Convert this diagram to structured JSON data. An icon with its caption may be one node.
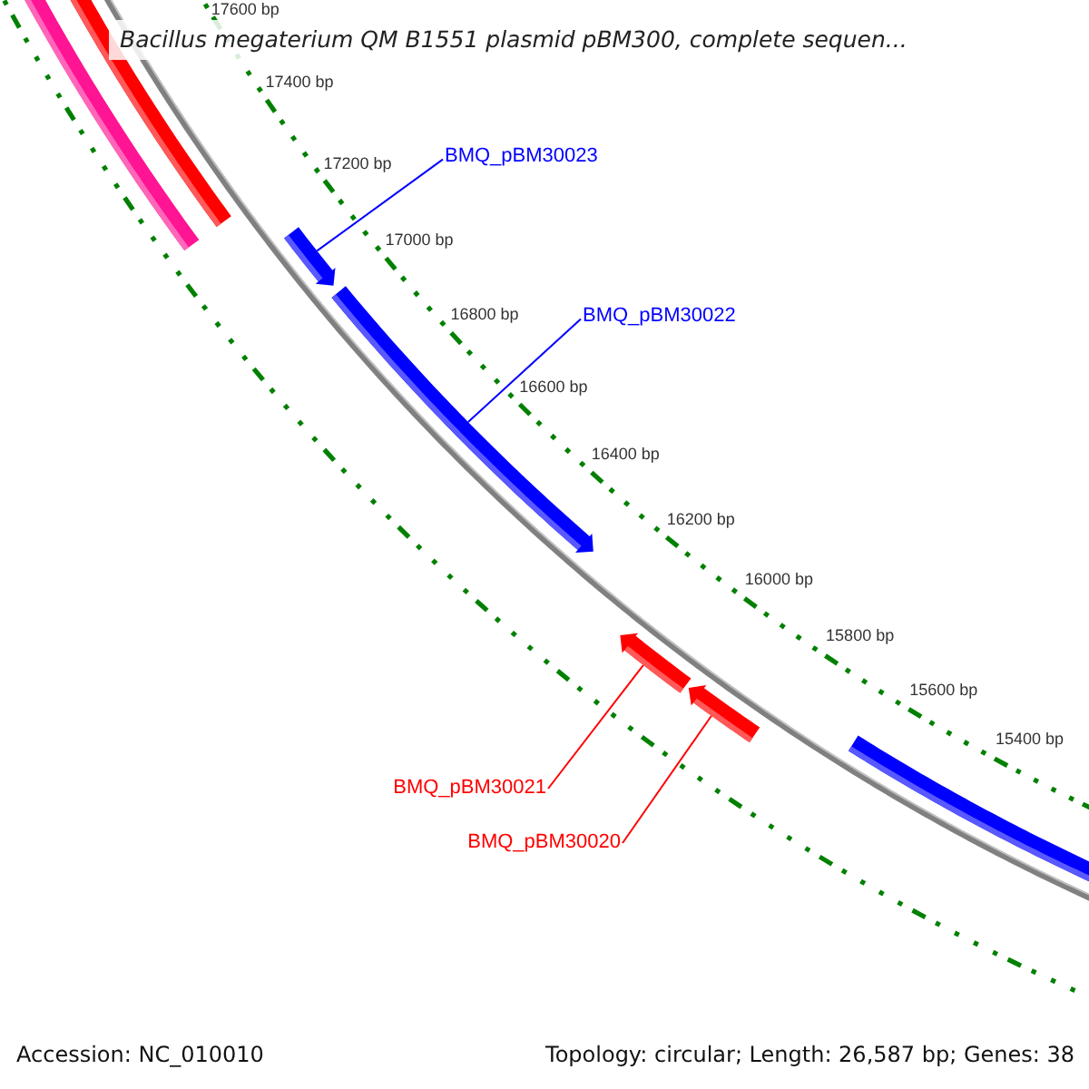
{
  "diagram": {
    "title": "Bacillus megaterium QM B1551 plasmid pBM300, complete sequen...",
    "nodes": [
      {
        "text": [
          "BMQ_pBM30023"
        ]
      },
      {
        "text": [],
        "shape": "arrow"
      },
      {
        "text": [
          "BMQ_pBM30022"
        ]
      },
      {
        "text": [],
        "shape": "arrow"
      },
      {
        "text": [
          "BMQ_pBM30021"
        ]
      },
      {
        "text": [],
        "shape": "arrow"
      },
      {
        "text": [
          "BMQ_pBM30020"
        ]
      },
      {
        "text": [],
        "shape": "arrow"
      }
    ],
    "edges": [
      {
        "from": 0,
        "to": 1,
        "arrow": "none",
        "color": "#0000ff"
      },
      {
        "from": 2,
        "to": 3,
        "arrow": "none",
        "color": "#0000ff"
      },
      {
        "from": 4,
        "to": 5,
        "arrow": "none",
        "color": "#ff0000"
      },
      {
        "from": 6,
        "to": 7,
        "arrow": "none",
        "color": "#ff0000"
      }
    ],
    "labels": [
      "17600 bp",
      "17400 bp",
      "17200 bp",
      "17000 bp",
      "16800 bp",
      "16600 bp",
      "16400 bp",
      "16200 bp",
      "16000 bp",
      "15800 bp",
      "15600 bp",
      "15400 bp",
      "Accession: NC_010010",
      "Topology: circular; Length: 26,587 bp; Genes: 38"
    ]
  }
}
